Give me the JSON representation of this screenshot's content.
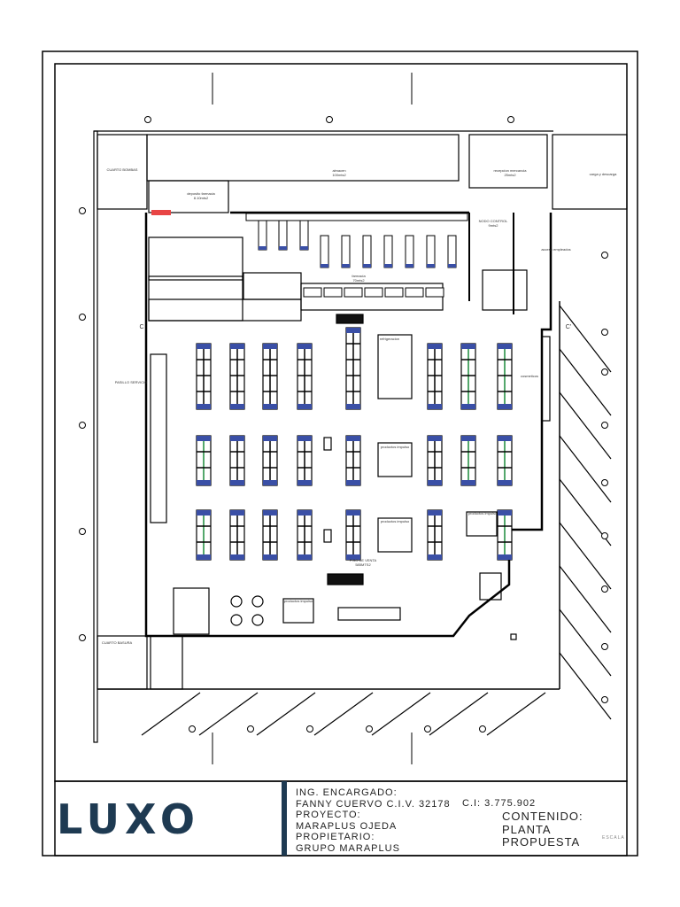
{
  "colors": {
    "shelf_cap": "#3a4fa6",
    "accent_green": "#1a8a3a",
    "accent_orange": "#e08a1a",
    "fire_red": "#e84545",
    "logo": "#1e3a52"
  },
  "rooms": {
    "cuarto_bombas": "CUARTO BOMBAS",
    "almacen": "almacen",
    "almacen_area": "100mts2",
    "deposito": "deposito farmacia",
    "deposito_area": "8.10mts2",
    "recepcion": "recepcion mercancia",
    "recepcion_area": "25mts2",
    "carga": "carga y descarga",
    "nodo": "NODO CONTROL",
    "nodo_area": "9mts2",
    "farmacia": "farmacia",
    "farmacia_area": "70mts2",
    "acceso": "acceso empleados",
    "pasillo": "PASILLO SERVICIO",
    "refrigeracion": "refrigeracion",
    "cosmeticos": "cosmeticos",
    "impulso": "productos impulso",
    "piso": "PISO DE VENTA",
    "piso_area": "585MTS2",
    "basura": "CUARTO BASURA",
    "section_c": "C",
    "section_c2": "C'"
  },
  "logo": {
    "text": "LUXO"
  },
  "title_block": {
    "ing_label": "ING. ENCARGADO:",
    "ing_name": "FANNY CUERVO C.I.V. 32178",
    "ci": "C.I: 3.775.902",
    "proyecto_label": "PROYECTO:",
    "proyecto": "MARAPLUS OJEDA",
    "propietario_label": "PROPIETARIO:",
    "propietario": "GRUPO MARAPLUS",
    "contenido_label": "CONTENIDO:",
    "contenido_1": "PLANTA",
    "contenido_2": "PROPUESTA",
    "escala": "ESCALA"
  }
}
